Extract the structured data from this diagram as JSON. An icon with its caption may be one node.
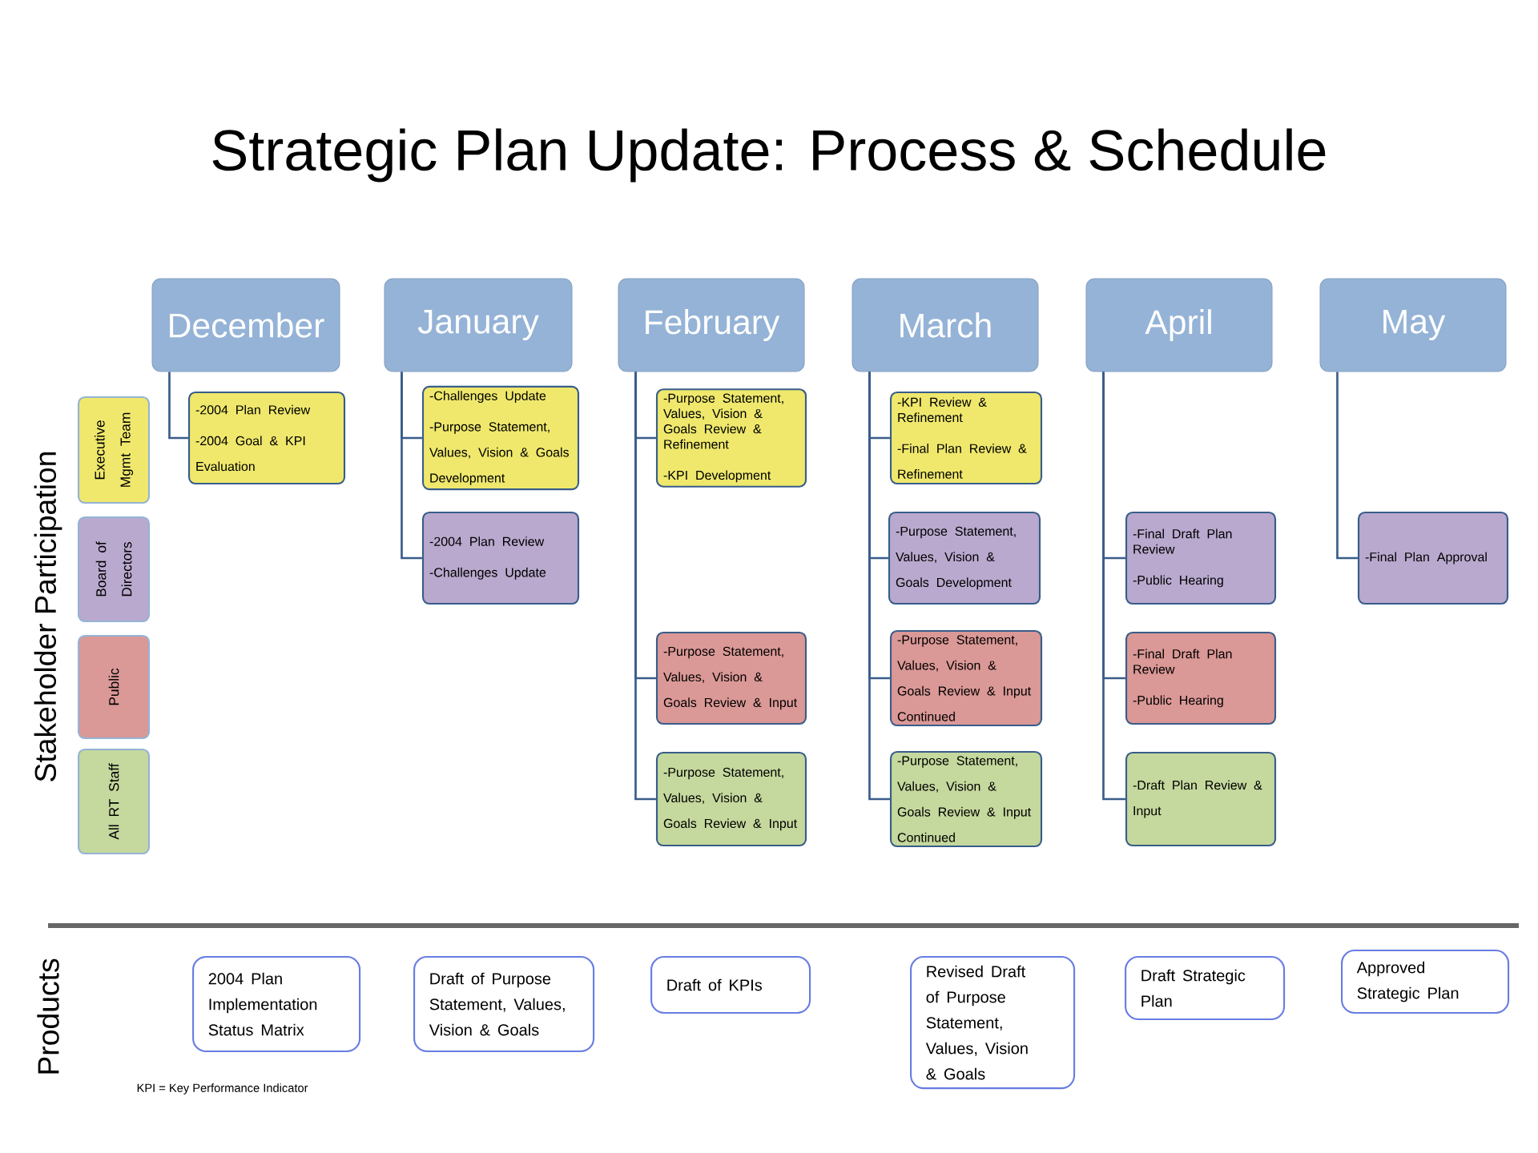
{
  "diagram": {
    "title": "Strategic Plan Update: Process & Schedule",
    "nodes": [
      {
        "text": [
          "December"
        ]
      },
      {
        "text": [
          "January"
        ]
      },
      {
        "text": [
          "February"
        ]
      },
      {
        "text": [
          "March"
        ]
      },
      {
        "text": [
          "April"
        ]
      },
      {
        "text": [
          "May"
        ]
      },
      {
        "text": [
          "Executive Mgmt Team"
        ]
      },
      {
        "text": [
          "Board of Directors"
        ]
      },
      {
        "text": [
          "Public"
        ]
      },
      {
        "text": [
          "All RT Staff"
        ]
      },
      {
        "text": [
          "-2004 Plan Review",
          "-2004 Goal & KPI Evaluation"
        ]
      },
      {
        "text": [
          "-Challenges Update",
          "-Purpose Statement, Values, Vision & Goals Development"
        ]
      },
      {
        "text": [
          "-2004 Plan Review",
          "-Challenges Update"
        ]
      },
      {
        "text": [
          "-Purpose Statement, Values, Vision & Goals Review & Refinement",
          "-KPI Development"
        ]
      },
      {
        "text": [
          "-Purpose Statement, Values, Vision & Goals Review & Input"
        ]
      },
      {
        "text": [
          "-Purpose Statement, Values, Vision & Goals Review & Input"
        ]
      },
      {
        "text": [
          "-KPI Review & Refinement",
          "-Final Plan Review & Refinement"
        ]
      },
      {
        "text": [
          "-Purpose Statement, Values, Vision & Goals Development"
        ]
      },
      {
        "text": [
          "-Purpose Statement, Values, Vision & Goals Review & Input Continued"
        ]
      },
      {
        "text": [
          "-Purpose Statement, Values, Vision & Goals Review & Input Continued"
        ]
      },
      {
        "text": [
          "-Final Draft Plan Review",
          "-Public Hearing"
        ]
      },
      {
        "text": [
          "-Final Draft Plan Review",
          "-Public Hearing"
        ]
      },
      {
        "text": [
          "-Draft Plan Review & Input"
        ]
      },
      {
        "text": [
          "-Final Plan Approval"
        ]
      },
      {
        "text": [
          "2004 Plan Implementation Status Matrix"
        ]
      },
      {
        "text": [
          "Draft of Purpose Statement, Values, Vision & Goals"
        ]
      },
      {
        "text": [
          "Draft of KPIs"
        ]
      },
      {
        "text": [
          "Revised Draft of Purpose Statement, Values, Vision & Goals"
        ]
      },
      {
        "text": [
          "Draft Strategic Plan"
        ]
      },
      {
        "text": [
          "Approved Strategic Plan"
        ]
      }
    ],
    "edges": [
      {
        "from": 0,
        "to": 10,
        "arrow": "none"
      },
      {
        "from": 1,
        "to": 11,
        "arrow": "none"
      },
      {
        "from": 1,
        "to": 12,
        "arrow": "none"
      },
      {
        "from": 2,
        "to": 13,
        "arrow": "none"
      },
      {
        "from": 2,
        "to": 14,
        "arrow": "none"
      },
      {
        "from": 2,
        "to": 15,
        "arrow": "none"
      },
      {
        "from": 3,
        "to": 16,
        "arrow": "none"
      },
      {
        "from": 3,
        "to": 17,
        "arrow": "none"
      },
      {
        "from": 3,
        "to": 18,
        "arrow": "none"
      },
      {
        "from": 3,
        "to": 19,
        "arrow": "none"
      },
      {
        "from": 4,
        "to": 20,
        "arrow": "none"
      },
      {
        "from": 4,
        "to": 21,
        "arrow": "none"
      },
      {
        "from": 4,
        "to": 22,
        "arrow": "none"
      },
      {
        "from": 5,
        "to": 23,
        "arrow": "none"
      }
    ],
    "labels": [
      "Stakeholder Participation",
      "Products",
      "KPI = Key Performance Indicator"
    ]
  }
}
